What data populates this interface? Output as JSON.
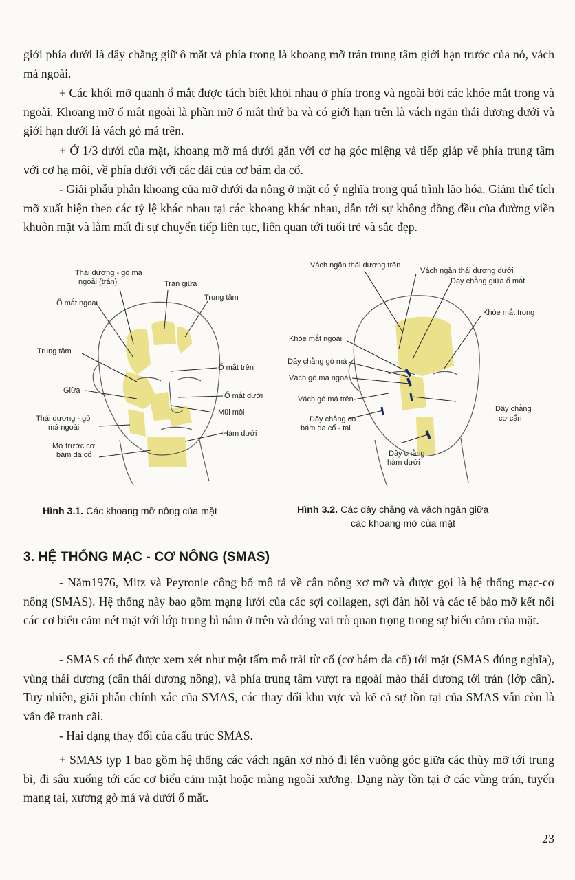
{
  "paragraphs_top": [
    "giới phía dưới là dây chằng giữ ô mắt và phía trong là khoang mỡ trán trung tâm giới hạn trước của nó, vách má ngoài.",
    "+ Các khối mỡ quanh ổ mắt được tách biệt khỏi nhau ở phía trong và ngoài bởi các khóe mắt trong và ngoài. Khoang mỡ ổ mắt ngoài là phần mỡ ổ mắt thứ ba và có giới hạn trên là vách ngăn thái dương dưới và giới hạn dưới là vách gò má trên.",
    "+ Ở 1/3 dưới của mặt, khoang mỡ má dưới gắn với cơ hạ góc miệng và tiếp giáp về phía trung tâm với cơ hạ môi, về phía dưới với các dải của cơ bám da cổ.",
    "- Giải phẫu phân khoang của mỡ dưới da nông ở mặt có ý nghĩa trong quá trình lão hóa. Giảm thể tích mỡ xuất hiện theo các tỷ lệ khác nhau tại các khoang khác nhau, dẫn tới sự không đồng đều của đường viền khuôn mặt và làm mất đi sự chuyển tiếp liên tục, liên quan tới tuổi trẻ và sắc đẹp."
  ],
  "figure1": {
    "labels": {
      "temporal_frontal": "Thái dương - gò má",
      "temporal_frontal2": "ngoài (trán)",
      "mid_forehead": "Trán giữa",
      "central": "Trung tâm",
      "lateral_orbital": "Ổ mắt ngoài",
      "central2": "Trung tâm",
      "upper_orbital": "Ổ mắt trên",
      "middle": "Giữa",
      "lower_orbital": "Ổ mắt dưới",
      "nasolabial": "Mũi môi",
      "temporal_lateral": "Thái dương - gò",
      "temporal_lateral2": "má ngoài",
      "jowl": "Hàm dưới",
      "preplatysma": "Mỡ trước cơ",
      "preplatysma2": "bám da cổ"
    },
    "caption_bold": "Hình 3.1.",
    "caption_text": " Các khoang mỡ nông của mặt"
  },
  "figure2": {
    "labels": {
      "superior_temporal_septum": "Vách ngăn thái dương trên",
      "inferior_temporal_septum": "Vách ngăn thái dương dưới",
      "orbital_retaining": "Dây chằng giữa ổ mắt",
      "medial_canthus": "Khóe mắt trong",
      "lateral_canthus": "Khóe mắt ngoài",
      "zygomatic_ligament": "Dây chằng gò má",
      "lateral_cheek_septum": "Vách gò má ngoài",
      "upper_zygomatic_septum": "Vách gò má trên",
      "masseteric": "Dây chằng",
      "masseteric2": "cơ cắn",
      "platysma_auricular": "Dây chằng cơ",
      "platysma_auricular2": "bám da cổ - tai",
      "mandibular": "Dây chằng",
      "mandibular2": "hàm dưới"
    },
    "caption_bold": "Hình 3.2.",
    "caption_text": " Các dây chằng và vách ngăn giữa",
    "caption_line2": "các khoang mỡ của mặt"
  },
  "section_title": "3. HỆ THỐNG MẠC - CƠ NÔNG (SMAS)",
  "paragraphs_bottom": [
    "- Năm1976, Mitz và Peyronie công bố mô tả về cân nông xơ mỡ và được gọi là hệ thống mạc-cơ nông (SMAS). Hệ thống này bao gồm mạng lưới của các sợi collagen, sợi đàn hồi và các tế bào mỡ kết nối các cơ biểu cảm nét mặt với lớp trung bì nằm ở trên và đóng vai trò quan trọng trong sự biểu cảm của mặt.",
    "- SMAS có thể được xem xét như một tấm mô trải từ cổ (cơ bám da cổ) tới mặt (SMAS đúng nghĩa), vùng thái dương (cân thái dương nông), và phía trung tâm vượt ra ngoài mào thái dương tới trán (lớp cân). Tuy nhiên, giải phẫu chính xác của SMAS, các thay đổi khu vực và kể cả sự tồn tại của SMAS vẫn còn là vấn đề tranh cãi.",
    "- Hai dạng thay đổi của cấu trúc SMAS.",
    "+ SMAS typ 1 bao gồm hệ thống các vách ngăn xơ nhỏ đi lên vuông góc giữa các thùy mỡ tới trung bì, đi sâu xuống tới các cơ biểu cảm mặt hoặc màng ngoài xương. Dạng này tồn tại ở các vùng trán, tuyến mang tai, xương gò má và dưới ổ mắt."
  ],
  "page_number": "23"
}
